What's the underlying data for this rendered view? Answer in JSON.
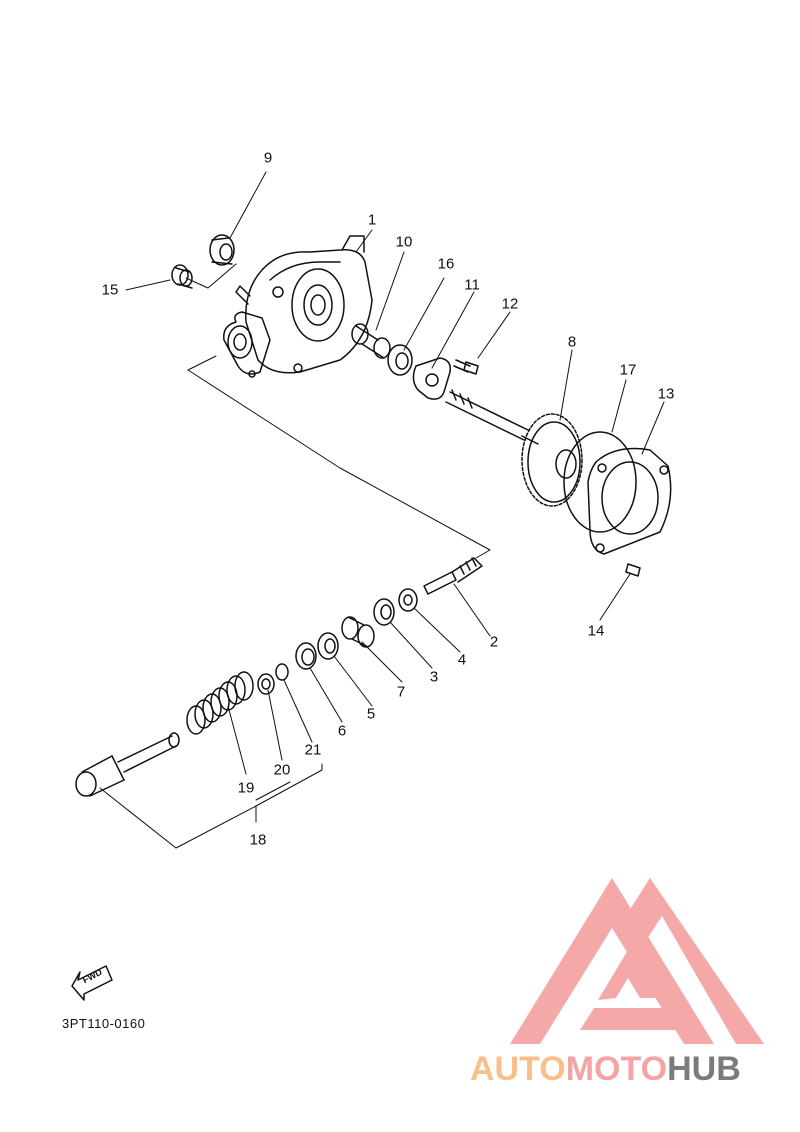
{
  "callouts": {
    "p1": "1",
    "p2": "2",
    "p3": "3",
    "p4": "4",
    "p5": "5",
    "p6": "6",
    "p7": "7",
    "p8": "8",
    "p9": "9",
    "p10": "10",
    "p11": "11",
    "p12": "12",
    "p13": "13",
    "p14": "14",
    "p15": "15",
    "p16": "16",
    "p17": "17",
    "p18": "18",
    "p19": "19",
    "p20": "20",
    "p21": "21"
  },
  "fwd_label": "FWD",
  "drawing_code": "3PT110-0160",
  "watermark": {
    "part_a": "AUTO",
    "part_b": "MOTO",
    "part_c": "HUB"
  },
  "colors": {
    "line": "#111111",
    "logo": "#f4a4a4",
    "logo_orange": "#f7c08a",
    "logo_gray": "#7b7b7b"
  }
}
